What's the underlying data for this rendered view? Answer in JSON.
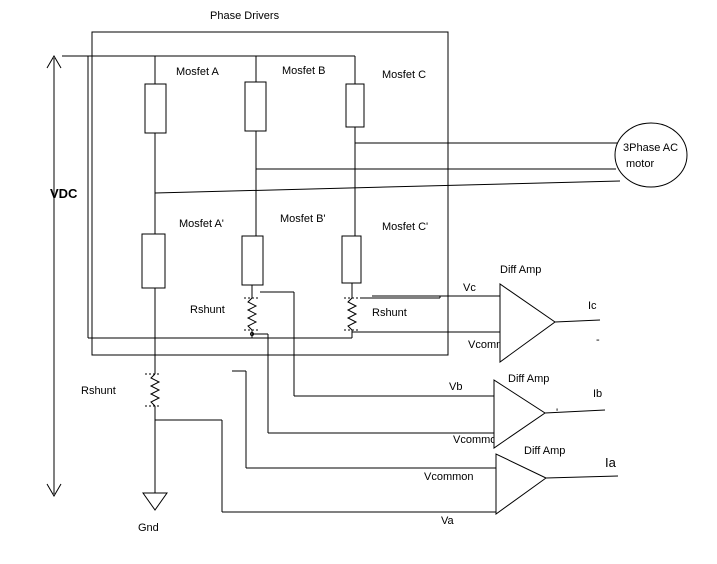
{
  "title": "Phase Drivers",
  "vdc_label": "VDC",
  "mosfets": {
    "a": "Mosfet A",
    "b": "Mosfet B",
    "c": "Mosfet C",
    "a_low": "Mosfet A'",
    "b_low": "Mosfet B'",
    "c_low": "Mosfet C'"
  },
  "motor": {
    "line1": "3Phase AC",
    "line2": "motor"
  },
  "rshunt": {
    "b": "Rshunt",
    "c": "Rshunt",
    "a": "Rshunt"
  },
  "gnd": "Gnd",
  "amps": {
    "top": {
      "title": "Diff Amp",
      "in_plus": "Vc",
      "in_minus": "Vcommon",
      "out": "Ic",
      "minus_sign": "-"
    },
    "middle": {
      "title": "Diff Amp",
      "in_plus": "Vb",
      "in_minus": "Vcommon",
      "out": "Ib",
      "tick": "'"
    },
    "bottom": {
      "title": "Diff Amp",
      "in_plus": "Vcommon",
      "in_minus": "Va",
      "out": "Ia"
    }
  }
}
